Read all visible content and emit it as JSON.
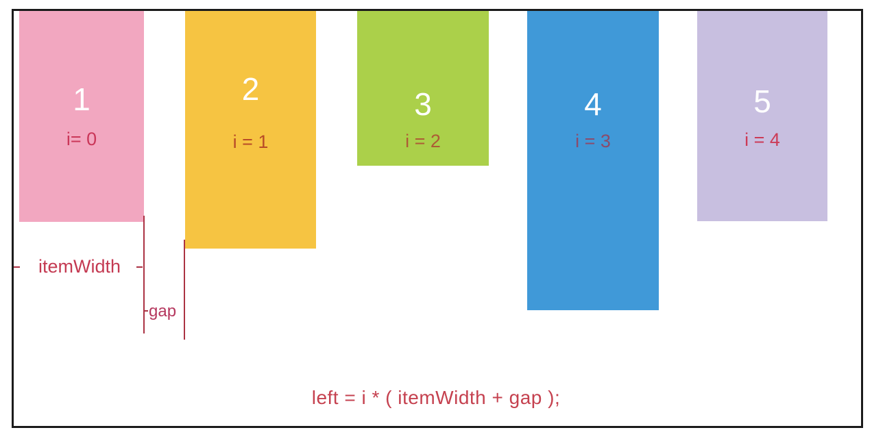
{
  "diagram": {
    "title_context": "carousel item positioning diagram",
    "boxes": [
      {
        "number": "1",
        "index_label": "i= 0",
        "color": "#f2a7c0",
        "label_color": "#ca3759"
      },
      {
        "number": "2",
        "index_label": "i = 1",
        "color": "#f6c442",
        "label_color": "#b84b27"
      },
      {
        "number": "3",
        "index_label": "i = 2",
        "color": "#abd04a",
        "label_color": "#ad5c35"
      },
      {
        "number": "4",
        "index_label": "i = 3",
        "color": "#4099d8",
        "label_color": "#8b4b6b"
      },
      {
        "number": "5",
        "index_label": "i = 4",
        "color": "#c8bfe0",
        "label_color": "#cc3b57"
      }
    ],
    "annotations": {
      "item_width": "itemWidth",
      "gap": "gap",
      "formula": "left = i * ( itemWidth + gap );"
    },
    "colors": {
      "frame_border": "#1b1b1b",
      "measure_line": "#ab3243",
      "item_width_text": "#c43a52",
      "gap_text": "#b5375e",
      "formula_text": "#c5414f",
      "number_text": "#ffffff",
      "background": "#ffffff"
    }
  }
}
